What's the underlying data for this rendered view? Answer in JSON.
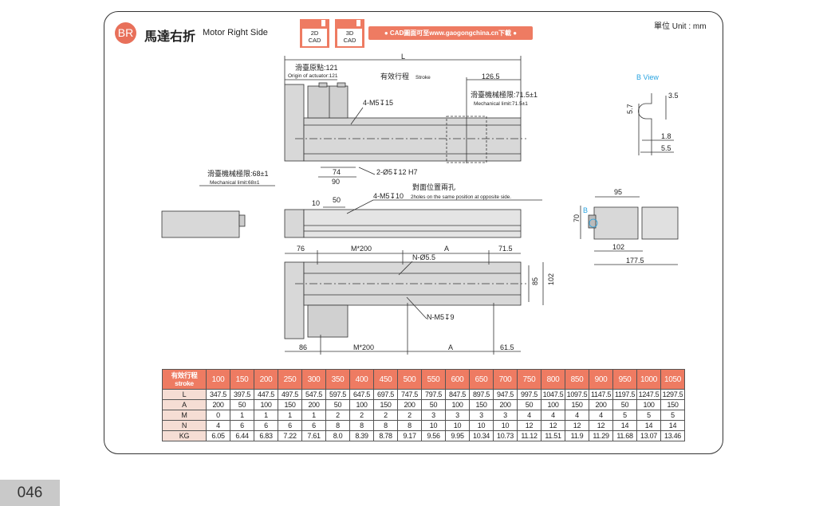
{
  "header": {
    "badge": "BR",
    "title_zh": "馬達右折",
    "title_en": "Motor Right Side",
    "cad_2d": [
      "2D",
      "CAD"
    ],
    "cad_3d": [
      "3D",
      "CAD"
    ],
    "banner": "● CAD圖面可至www.gaogongchina.cn下載 ●",
    "unit": "單位 Unit : mm"
  },
  "top_view": {
    "L": "L",
    "origin_zh": "滑臺原點:121",
    "origin_en": "Origin of actuator:121",
    "stroke_zh": "有效行程",
    "stroke_en": "Stroke",
    "dim_126_5": "126.5",
    "mech_limit_r_zh": "滑臺機械極限:71.5±1",
    "mech_limit_r_en": "Mechanical limit:71.5±1",
    "holes_m5": "4-M5↧15",
    "dim_74": "74",
    "dim_90": "90",
    "pin_holes": "2-Ø5↧12 H7",
    "opposite_zh": "對面位置兩孔",
    "mech_limit_l_zh": "滑臺機械極限:68±1",
    "mech_limit_l_en": "Mechanical limit:68±1"
  },
  "side_view": {
    "dim_10": "10",
    "dim_50": "50",
    "holes_m5": "4-M5↧10",
    "opposite_en": "2holes on the same position at opposite side."
  },
  "bottom_view": {
    "top_dims": [
      "76",
      "M*200",
      "A",
      "71.5"
    ],
    "bottom_dims": [
      "86",
      "M*200",
      "A",
      "61.5"
    ],
    "holes_d": "N-Ø5.5",
    "holes_m5": "N-M5↧9",
    "dim_85": "85",
    "dim_102": "102"
  },
  "b_view": {
    "title": "B  View",
    "dim_3_5": "3.5",
    "dim_5_7": "5.7",
    "dim_1_8": "1.8",
    "dim_5_5": "5.5"
  },
  "end_view": {
    "dim_95": "95",
    "dim_70": "70",
    "label_b": "B",
    "dim_102": "102",
    "dim_177_5": "177.5"
  },
  "colors": {
    "accent": "#ee7b62",
    "blue": "#29a3e0"
  },
  "table": {
    "header_zh": "有效行程",
    "header_en": "stroke",
    "strokes": [
      "100",
      "150",
      "200",
      "250",
      "300",
      "350",
      "400",
      "450",
      "500",
      "550",
      "600",
      "650",
      "700",
      "750",
      "800",
      "850",
      "900",
      "950",
      "1000",
      "1050"
    ],
    "rows": [
      {
        "label": "L",
        "values": [
          "347.5",
          "397.5",
          "447.5",
          "497.5",
          "547.5",
          "597.5",
          "647.5",
          "697.5",
          "747.5",
          "797.5",
          "847.5",
          "897.5",
          "947.5",
          "997.5",
          "1047.5",
          "1097.5",
          "1147.5",
          "1197.5",
          "1247.5",
          "1297.5"
        ]
      },
      {
        "label": "A",
        "values": [
          "200",
          "50",
          "100",
          "150",
          "200",
          "50",
          "100",
          "150",
          "200",
          "50",
          "100",
          "150",
          "200",
          "50",
          "100",
          "150",
          "200",
          "50",
          "100",
          "150"
        ]
      },
      {
        "label": "M",
        "values": [
          "0",
          "1",
          "1",
          "1",
          "1",
          "2",
          "2",
          "2",
          "2",
          "3",
          "3",
          "3",
          "3",
          "4",
          "4",
          "4",
          "4",
          "5",
          "5",
          "5"
        ]
      },
      {
        "label": "N",
        "values": [
          "4",
          "6",
          "6",
          "6",
          "6",
          "8",
          "8",
          "8",
          "8",
          "10",
          "10",
          "10",
          "10",
          "12",
          "12",
          "12",
          "12",
          "14",
          "14",
          "14"
        ]
      },
      {
        "label": "KG",
        "values": [
          "6.05",
          "6.44",
          "6.83",
          "7.22",
          "7.61",
          "8.0",
          "8.39",
          "8.78",
          "9.17",
          "9.56",
          "9.95",
          "10.34",
          "10.73",
          "11.12",
          "11.51",
          "11.9",
          "11.29",
          "11.68",
          "13.07",
          "13.46"
        ]
      }
    ]
  },
  "page_number": "046"
}
